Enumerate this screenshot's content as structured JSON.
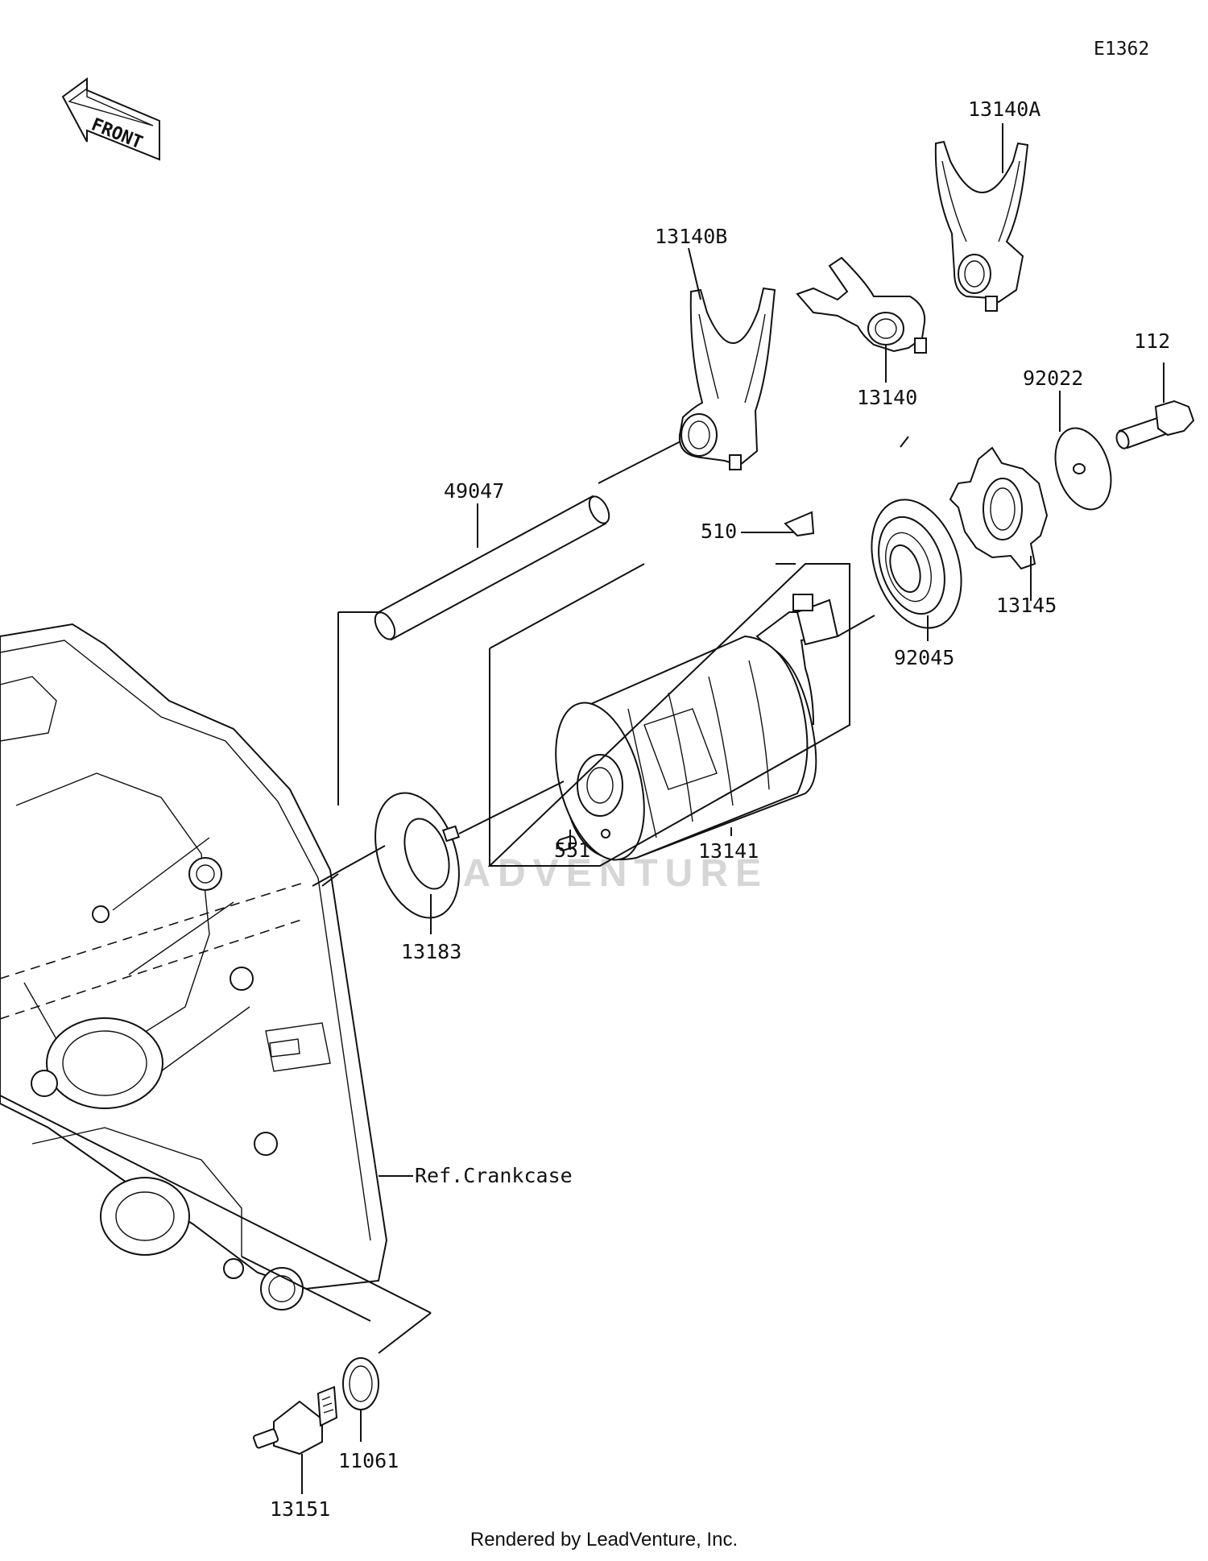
{
  "diagram_code": "E1362",
  "front_label": "FRONT",
  "watermark": "LEADVENTURE",
  "footer": "Rendered by LeadVenture, Inc.",
  "parts": {
    "p13140A": "13140A",
    "p13140B": "13140B",
    "p13140": "13140",
    "p112": "112",
    "p92022": "92022",
    "p49047": "49047",
    "p510": "510",
    "p13145": "13145",
    "p92045": "92045",
    "p551": "551",
    "p13141": "13141",
    "p13183": "13183",
    "p11061": "11061",
    "p13151": "13151"
  },
  "ref_crankcase": "Ref.Crankcase"
}
